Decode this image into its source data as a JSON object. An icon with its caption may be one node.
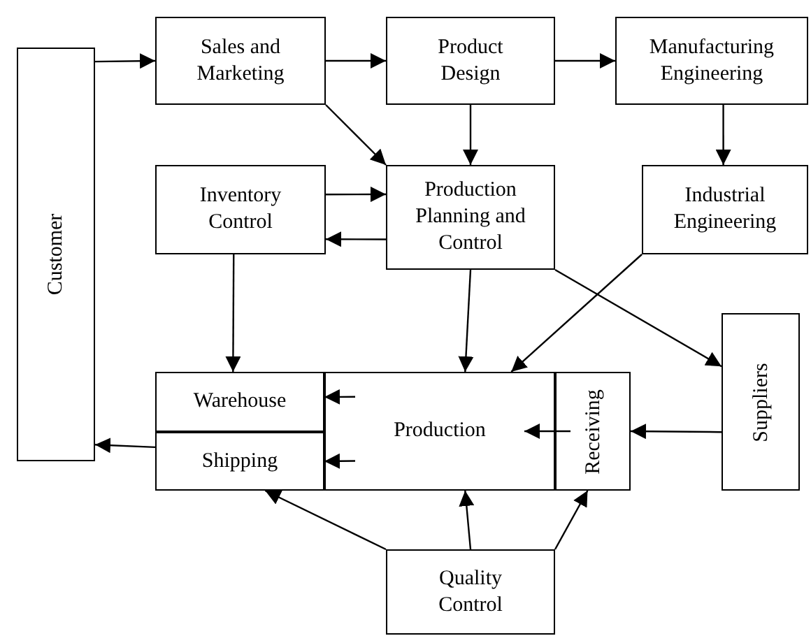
{
  "diagram": {
    "nodes": [
      {
        "text": [
          "Customer"
        ]
      },
      {
        "text": [
          "Sales and Marketing"
        ]
      },
      {
        "text": [
          "Product Design"
        ]
      },
      {
        "text": [
          "Manufacturing Engineering"
        ]
      },
      {
        "text": [
          "Inventory Control"
        ]
      },
      {
        "text": [
          "Production Planning and Control"
        ]
      },
      {
        "text": [
          "Industrial Engineering"
        ]
      },
      {
        "text": [
          "Suppliers"
        ]
      },
      {
        "text": [
          "Warehouse"
        ]
      },
      {
        "text": [
          "Shipping"
        ]
      },
      {
        "text": [
          "Production"
        ]
      },
      {
        "text": [
          "Receiving"
        ]
      },
      {
        "text": [
          "Quality Control"
        ]
      }
    ],
    "edges": [
      {
        "from": 0,
        "to": 1,
        "arrow": "to"
      },
      {
        "from": 1,
        "to": 2,
        "arrow": "to"
      },
      {
        "from": 2,
        "to": 3,
        "arrow": "to"
      },
      {
        "from": 1,
        "to": 5,
        "arrow": "to"
      },
      {
        "from": 2,
        "to": 5,
        "arrow": "to"
      },
      {
        "from": 3,
        "to": 6,
        "arrow": "to"
      },
      {
        "from": 4,
        "to": 5,
        "arrow": "to"
      },
      {
        "from": 5,
        "to": 4,
        "arrow": "to"
      },
      {
        "from": 4,
        "to": 8,
        "arrow": "to"
      },
      {
        "from": 5,
        "to": 10,
        "arrow": "to"
      },
      {
        "from": 6,
        "to": 10,
        "arrow": "to"
      },
      {
        "from": 5,
        "to": 7,
        "arrow": "to"
      },
      {
        "from": 7,
        "to": 11,
        "arrow": "to"
      },
      {
        "from": 11,
        "to": 10,
        "arrow": "to"
      },
      {
        "from": 10,
        "to": 8,
        "arrow": "to"
      },
      {
        "from": 10,
        "to": 9,
        "arrow": "to"
      },
      {
        "from": 9,
        "to": 0,
        "arrow": "to"
      },
      {
        "from": 12,
        "to": 9,
        "arrow": "to"
      },
      {
        "from": 12,
        "to": 10,
        "arrow": "to"
      },
      {
        "from": 12,
        "to": 11,
        "arrow": "to"
      }
    ]
  }
}
